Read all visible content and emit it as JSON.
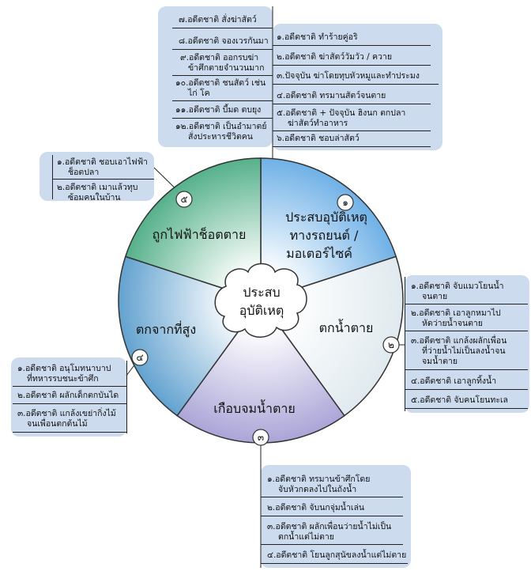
{
  "center": [
    "ประสบ",
    "อุบัติเหตุ"
  ],
  "segments": [
    {
      "number": "๑",
      "label": [
        "ประสบอุบัติเหตุ",
        "ทางรถยนต์ /",
        "มอเตอร์ไซค์"
      ]
    },
    {
      "number": "๒",
      "label": [
        "ตกน้ำตาย"
      ]
    },
    {
      "number": "๓",
      "label": [
        "เกือบจมน้ำตาย"
      ]
    },
    {
      "number": "๔",
      "label": [
        "ตกจากที่สูง"
      ]
    },
    {
      "number": "๕",
      "label": [
        "ถูกไฟฟ้าช็อตตาย"
      ]
    }
  ],
  "lists": {
    "top_left": [
      [
        "๗.อดีตชาติ สั่งฆ่าสัตว์"
      ],
      [
        "๘.อดีตชาติ จองเวรกันมา"
      ],
      [
        "๙.อดีตชาติ ออกรบฆ่า",
        "ข้าศึกตายจำนวนมาก"
      ],
      [
        "๑๐.อดีตชาติ ชนสัตว์ เช่น",
        "ไก่ โค"
      ],
      [
        "๑๑.อดีตชาติ บี้มด ตบยุง"
      ],
      [
        "๑๒.อดีตชาติ เป็นอำมาตย์",
        "สั่งประหารชีวิตคน"
      ]
    ],
    "top_right": [
      [
        "๑.อดีตชาติ ทำร้ายคู่อริ"
      ],
      [
        "๒.อดีตชาติ ฆ่าสัตว์วัมวัว / ควาย"
      ],
      [
        "๓.ปัจจุบัน ฆ่าโดยทุบหัวหมูและทำประมง"
      ],
      [
        "๔.อดีตชาติ ทรมานสัตว์จนตาย"
      ],
      [
        "๕.อดีตชาติ + ปัจจุบัน ฮิงนก ตกปลา",
        "ฆ่าสัตว์ทำอาหาร"
      ],
      [
        "๖.อดีตชาติ ชอบล่าสัตว์"
      ]
    ],
    "left_upper": [
      [
        "๑.อดีตชาติ ชอบเอาไฟฟ้า",
        "ช็อตปลา"
      ],
      [
        "๒.อดีตชาติ เมาแล้วทุบ",
        "ซ้อมคนในบ้าน"
      ]
    ],
    "right": [
      [
        "๑.อดีตชาติ จับแมวโยนน้ำ",
        "จนตาย"
      ],
      [
        "๒.อดีตชาติ เอาลูกหมาไป",
        "หัดว่ายน้ำจนตาย"
      ],
      [
        "๓.อดีตชาติ แกล้งผลักเพื่อน",
        "ที่ว่ายน้ำไม่เป็นลงน้ำจน",
        "จมน้ำตาย"
      ],
      [
        "๔.อดีตชาติ เอาลูกทิ้งน้ำ"
      ],
      [
        "๕.อดีตชาติ จับคนโยนทะเล"
      ]
    ],
    "left_lower": [
      [
        "๑.อดีตชาติ อนุโมทนาบาป",
        "ที่ทหารรบชนะข้าศึก"
      ],
      [
        "๒.อดีตชาติ ผลักเด็กตกบันได"
      ],
      [
        "๓.อดีตชาติ แกล้งเขย่ากิ่งไม้",
        "จนเพื่อนตกต้นไม้"
      ]
    ],
    "bottom": [
      [
        "๑.อดีตชาติ ทรมานข้าศึกโดย",
        "จับหัวกดลงไปในถังน้ำ"
      ],
      [
        "๒.อดีตชาติ จับนกจุ่มน้ำเล่น"
      ],
      [
        "๓.อดีตชาติ ผลักเพื่อนว่ายน้ำไม่เป็น",
        "ตกน้ำแต่ไม่ตาย"
      ],
      [
        "๔.อดีตชาติ โยนลูกสุนัขลงน้ำแต่ไม่ตาย"
      ]
    ]
  },
  "colors": {
    "seg1": "#6aaee6",
    "seg2": "#e8f0f2",
    "seg3": "#a8a2d6",
    "seg4": "#5d9fce",
    "seg5": "#4fae86",
    "box": "#ccdcee"
  }
}
